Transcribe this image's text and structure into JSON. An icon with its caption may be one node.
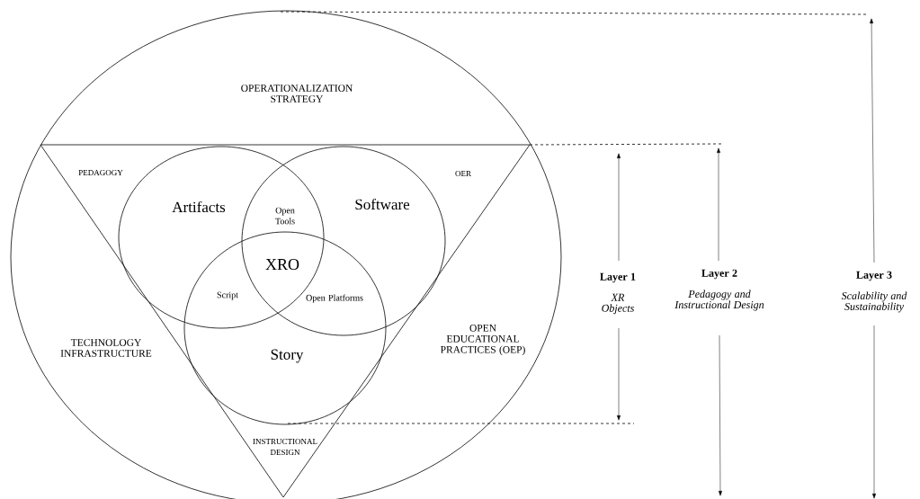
{
  "diagram": {
    "nodes": [
      {
        "text": [
          "OPERATIONALIZATION STRATEGY",
          "TECHNOLOGY INFRASTRUCTURE",
          "OPEN EDUCATIONAL PRACTICES (OEP)"
        ]
      },
      {
        "text": [
          "PEDAGOGY",
          "OER",
          "INSTRUCTIONAL DESIGN"
        ],
        "in": 0
      },
      {
        "text": [
          "Artifacts"
        ],
        "in": 1
      },
      {
        "text": [
          "Software"
        ],
        "in": 1
      },
      {
        "text": [
          "Story"
        ],
        "in": 1
      }
    ],
    "labels": [
      "Open Tools",
      "XRO",
      "Script",
      "Open Platforms",
      "Layer 1",
      "XR Objects",
      "Layer 2",
      "Pedagogy and Instructional Design",
      "Layer 3",
      "Scalability and Sustainability"
    ]
  }
}
